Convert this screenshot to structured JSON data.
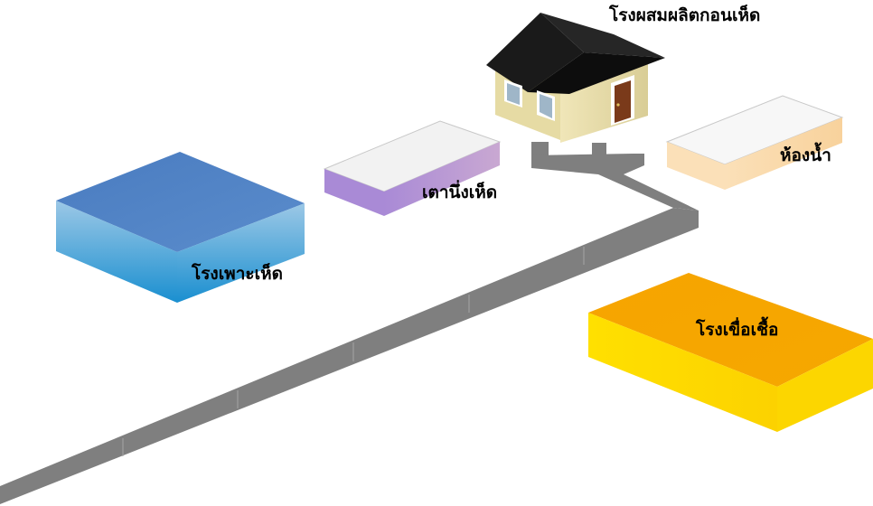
{
  "labels": {
    "mixing_house": "โรงผสมผลิตกอนเห็ด",
    "bathroom": "ห้องน้ำ",
    "steamer": "เตานึ่งเห็ด",
    "growing_house": "โรงเพาะเห็ด",
    "culture_house": "โรงเขื่อเชื้อ"
  },
  "colors": {
    "road": "#7f7f7f",
    "growing_top": "#4f81bd",
    "growing_side": "#3aa0d8",
    "steamer_top": "#f2f2f2",
    "steamer_side": "#b59ad6",
    "bathroom_top": "#f7f7f7",
    "bathroom_side": "#fbd9ac",
    "culture_top": "#f7a700",
    "culture_side": "#ffd700",
    "roof": "#1a1a1a",
    "wall": "#e8dca8",
    "door": "#7a3a1a"
  }
}
